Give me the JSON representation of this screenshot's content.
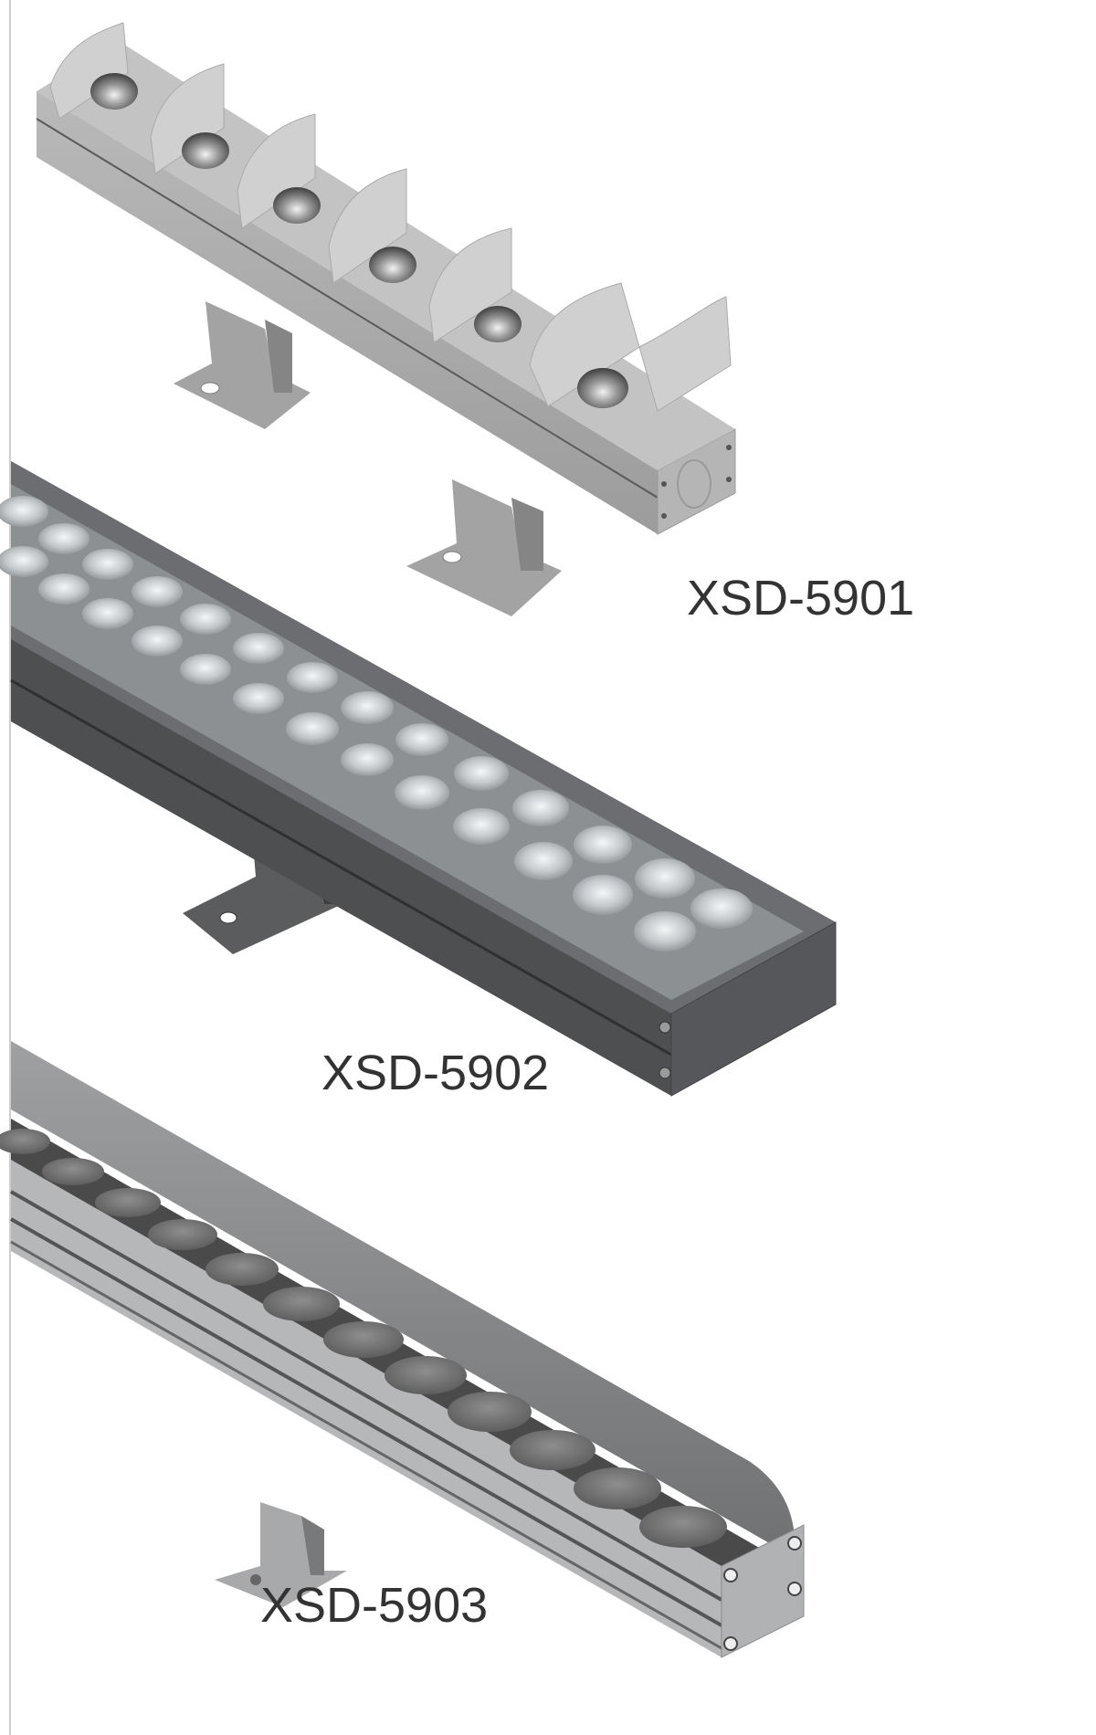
{
  "catalog": {
    "products": [
      {
        "model": "XSD-5901",
        "description": "LED wall washer with 6 individual reflector cells, light gray housing, two floor brackets",
        "lens_count": 6,
        "colors": {
          "body": "#a9a9a9",
          "body_light": "#c4c4c4",
          "body_dark": "#8e8e8e",
          "lens": "#6d6d6d"
        }
      },
      {
        "model": "XSD-5902",
        "description": "LED wall washer with two staggered rows of lenses, dark gray housing",
        "lens_count": 36,
        "colors": {
          "body": "#5e6062",
          "body_dark": "#3f4143",
          "tray": "#8c8f92",
          "lens": "#c9cdd0"
        }
      },
      {
        "model": "XSD-5903",
        "description": "Linear LED wall washer with single row of lenses and curved visor, silver housing",
        "lens_count": 14,
        "colors": {
          "body": "#b4b6b8",
          "body_dark": "#7e8082",
          "channel": "#4b4b4b",
          "lens": "#7a7a7a"
        }
      }
    ]
  }
}
